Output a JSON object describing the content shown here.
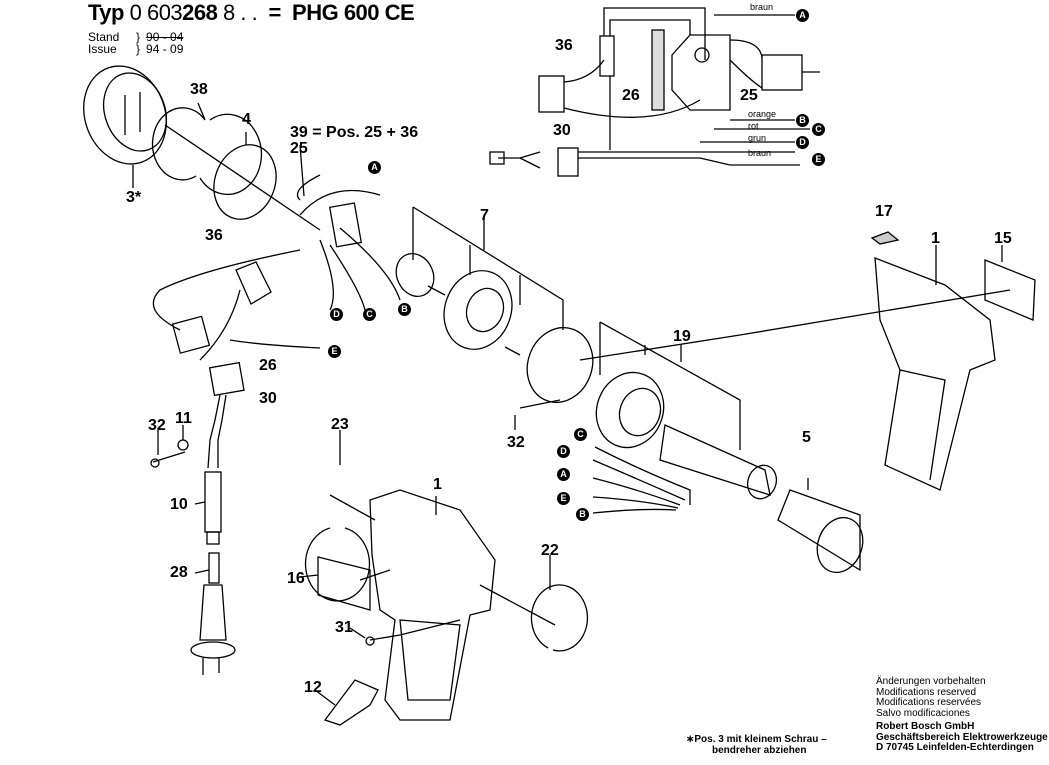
{
  "header": {
    "typ_label": "Typ",
    "typ_prefix": "0 603",
    "typ_bold": "268",
    "typ_suffix": "8 . .",
    "equals": "=",
    "model": "PHG 600 CE",
    "stand_label": "Stand",
    "stand_value": "90 - 04",
    "issue_label": "Issue",
    "issue_value": "94 - 09"
  },
  "wiring_inset": {
    "part_labels": [
      "36",
      "26",
      "25",
      "30"
    ],
    "wires": [
      {
        "color": "braun",
        "connector": "A"
      },
      {
        "color": "orange",
        "connector": "B"
      },
      {
        "color": "rot",
        "connector": "C"
      },
      {
        "color": "grun",
        "connector": "D"
      },
      {
        "color": "braun",
        "connector": "E"
      }
    ]
  },
  "parts": {
    "p38": "38",
    "p4": "4",
    "p3": "3*",
    "p39": "39 = Pos. 25 + 36",
    "p25": "25",
    "p36": "36",
    "p26": "26",
    "p30": "30",
    "p32a": "32",
    "p11": "11",
    "p10": "10",
    "p28": "28",
    "p7": "7",
    "p19": "19",
    "p32b": "32",
    "p23": "23",
    "p1a": "1",
    "p1b": "1",
    "p16": "16",
    "p31": "31",
    "p12": "12",
    "p22": "22",
    "p5": "5",
    "p17": "17",
    "p15": "15"
  },
  "connectors_main": {
    "a": "A",
    "b": "B",
    "c": "C",
    "d": "D",
    "e": "E"
  },
  "connectors_heater": [
    "C",
    "D",
    "A",
    "E",
    "B"
  ],
  "notes": {
    "lines": [
      "Änderungen vorbehalten",
      "Modifications reserved",
      "Modifications reservées",
      "Salvo modificaciones"
    ],
    "company": "Robert Bosch GmbH",
    "division": "Geschäftsbereich Elektrowerkzeuge",
    "address": "D 70745 Leinfelden-Echterdingen"
  },
  "footnote": {
    "line1": "∗Pos. 3 mit kleinem Schrau –",
    "line2": "bendreher abziehen"
  }
}
